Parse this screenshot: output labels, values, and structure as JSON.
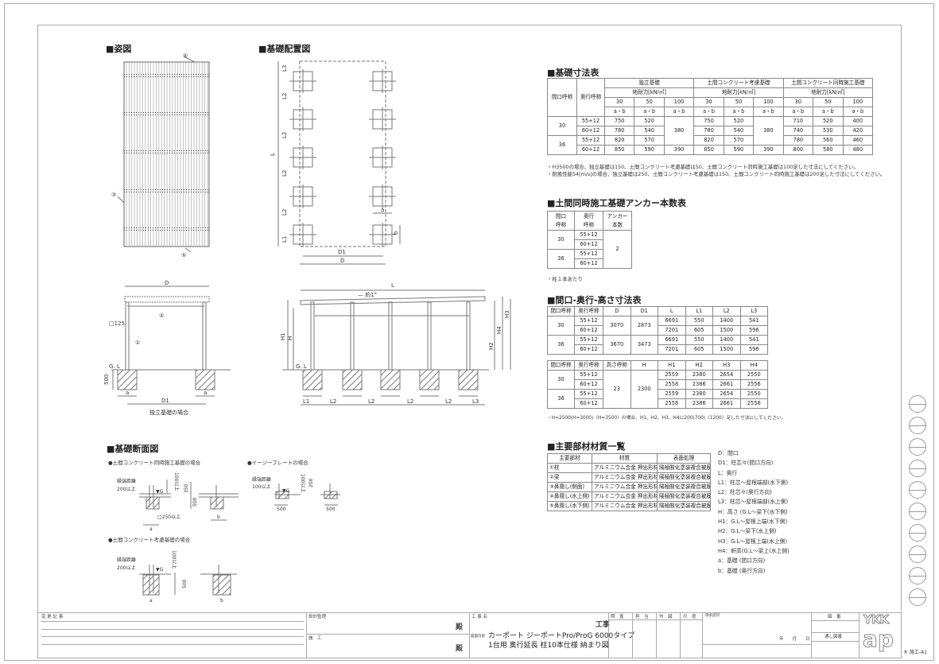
{
  "sections": {
    "elevation": "■姿図",
    "layout": "■基礎配置図",
    "foundation_size": "■基礎寸法表",
    "anchor": "■土間同時施工基礎アンカー本数表",
    "dimensions": "■間口-奥行-高さ寸法表",
    "materials": "■主要部材材質一覧",
    "section": "■基礎断面図"
  },
  "drawing_labels": {
    "n1": "①",
    "n2": "②",
    "n3": "③",
    "n4": "④",
    "n5": "⑤",
    "L": "L",
    "L1": "L1",
    "L2": "L2",
    "L3": "L3",
    "D": "D",
    "D1": "D1",
    "a": "a",
    "b": "b",
    "H": "H",
    "H1": "H1",
    "H2": "H2",
    "H3": "H3",
    "H4": "H4",
    "gl": "G. L",
    "g": "▼G",
    "post_size": "□125",
    "slope": "— 約1°",
    "depth500": "500",
    "independent_caption": "独立基礎の場合",
    "sec1_title": "●土間コンクリート同時施工基礎の場合",
    "sec2_title": "●イージープレートの場合",
    "sec3_title": "●土間コンクリート考慮基礎の場合",
    "edge_distance": "縁端距離",
    "over200": "200以上",
    "over100": "100以上",
    "over100v": "100以上",
    "d350": "350",
    "d500": "500",
    "d200": "200",
    "sq250": "□250以上"
  },
  "foundation_table": {
    "h_width": "間口呼称",
    "h_depth": "奥行呼称",
    "groups": [
      "独立基礎",
      "土間コンクリート考慮基礎",
      "土間コンクリート同時施工基礎"
    ],
    "bearing": "地耐力[kN/㎡]",
    "bearing_values": [
      "30",
      "50",
      "100"
    ],
    "ab": "a・b",
    "rows": [
      [
        "30",
        "55+12",
        "750",
        "520",
        "380",
        "750",
        "520",
        "380",
        "710",
        "520",
        "400"
      ],
      [
        null,
        "60+12",
        "780",
        "540",
        null,
        "780",
        "540",
        null,
        "740",
        "530",
        "420"
      ],
      [
        "36",
        "55+12",
        "820",
        "570",
        null,
        "820",
        "570",
        null,
        "780",
        "560",
        "460"
      ],
      [
        null,
        "60+12",
        "850",
        "590",
        "390",
        "850",
        "590",
        "390",
        "800",
        "580",
        "480"
      ]
    ],
    "notes": [
      "・H3500の場合、独立基礎は150、土間コンクリート考慮基礎は50、土間コンクリート同時施工基礎は100足した寸法にしてください。",
      "・耐風性能54[m/s]の場合、独立基礎は250、土間コンクリート考慮基礎は150、土間コンクリート同時施工基礎は200足した寸法にしてください。"
    ]
  },
  "anchor_table": {
    "h_width": "間口\n呼称",
    "h_depth": "奥行\n呼称",
    "h_count": "アンカー\n本数",
    "rows": [
      [
        "30",
        "55+12",
        "2"
      ],
      [
        null,
        "60+12",
        null
      ],
      [
        "36",
        "55+12",
        null
      ],
      [
        null,
        "60+12",
        null
      ]
    ],
    "note": "・柱１本あたり"
  },
  "dimension_table": {
    "headers1": [
      "間口呼称",
      "奥行呼称",
      "D",
      "D1",
      "L",
      "L1",
      "L2",
      "L3"
    ],
    "rows1": [
      [
        "30",
        "55+12",
        "3070",
        "2873",
        "6691",
        "550",
        "1400",
        "541"
      ],
      [
        null,
        "60+12",
        null,
        null,
        "7201",
        "605",
        "1500",
        "596"
      ],
      [
        "36",
        "55+12",
        "3670",
        "3473",
        "6691",
        "550",
        "1400",
        "541"
      ],
      [
        null,
        "60+12",
        null,
        null,
        "7201",
        "605",
        "1500",
        "596"
      ]
    ],
    "headers2": [
      "間口呼称",
      "奥行呼称",
      "高さ呼称",
      "H",
      "H1",
      "H2",
      "H3",
      "H4"
    ],
    "rows2": [
      [
        "30",
        "55+12",
        "23",
        "2300",
        "2559",
        "2380",
        "2654",
        "2550"
      ],
      [
        null,
        "60+12",
        null,
        null,
        "2558",
        "2386",
        "2661",
        "2556"
      ],
      [
        "36",
        "55+12",
        null,
        null,
        "2559",
        "2380",
        "2654",
        "2550"
      ],
      [
        null,
        "60+12",
        null,
        null,
        "2558",
        "2386",
        "2661",
        "2556"
      ]
    ],
    "note": "・H=2500(H=3000)〈H=3500〉の場合、H1、H2、H3、H4に200(700)〈1200〉足した寸法にしてください。"
  },
  "materials_table": {
    "headers": [
      "主要部材",
      "材質",
      "表面処理"
    ],
    "rows": [
      [
        "①柱",
        "アルミニウム合金 押出形材",
        "陽極酸化塗装複合被膜"
      ],
      [
        "②梁",
        "アルミニウム合金 押出形材",
        "陽極酸化塗装複合被膜"
      ],
      [
        "③鼻隠し(側面)",
        "アルミニウム合金 押出形材",
        "陽極酸化塗装複合被膜"
      ],
      [
        "④鼻隠し(水上側)",
        "アルミニウム合金 押出形材",
        "陽極酸化塗装複合被膜"
      ],
      [
        "⑤鼻隠し(水下側)",
        "アルミニウム合金 押出形材",
        "陽極酸化塗装複合被膜"
      ]
    ]
  },
  "legend": [
    "D：間口",
    "D1：柱芯々(間口方向)",
    "L：奥行",
    "L1：柱芯～屋根端部(水下側)",
    "L2：柱芯々(奥行方向)",
    "L3：柱芯～屋根端部(水上側)",
    "H：高さ (G.L～梁下(水下側)",
    "H1：G.L～屋根上端(水下側)",
    "H2：G.L～梁下(水上側)",
    "H3：G.L～屋根上端(水上側)",
    "H4：軒高(G.L～梁上(水上側)",
    "a：基礎 (間口方向)",
    "b：基礎 (奥行方向)"
  ],
  "title_block": {
    "change_record": "変 更 記 事",
    "design_supervision": "設計監理",
    "construction": "施　工",
    "dono1": "殿",
    "dono2": "殿",
    "project_name_label": "工 事 名",
    "project_suffix": "工事",
    "drawing_content_label": "図面内容",
    "drawing_title_1": "カーポート ジーポートPro/ProG 6000タイプ",
    "drawing_title_2": "1台用 奥行延長 柱10本仕様 納まり図",
    "check": "照　査",
    "charge": "担　当",
    "drafting": "作　図",
    "scale": "尺　度",
    "approval": "御承認印",
    "date": "年　　月　　日",
    "drawing_no": "図　番",
    "serial_no": "通し図番",
    "logo_top": "YKK",
    "logo_bottom": "ap",
    "sheet": "® 施工-A1"
  }
}
